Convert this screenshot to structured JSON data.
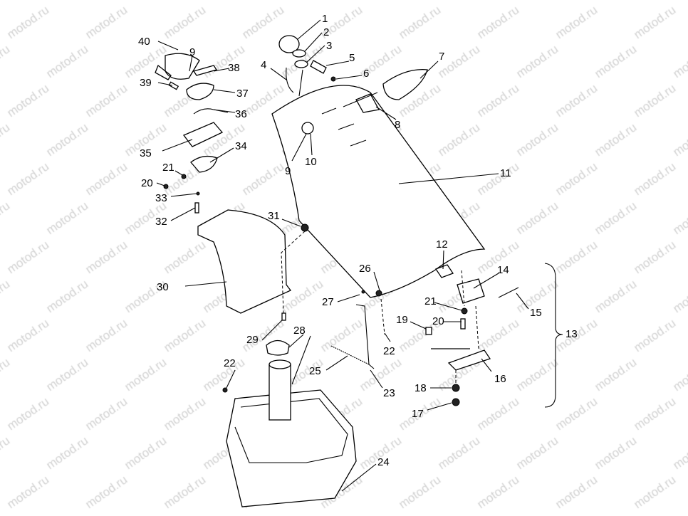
{
  "watermark": "motod.ru",
  "callouts": [
    "1",
    "2",
    "3",
    "4",
    "5",
    "6",
    "7",
    "8",
    "9",
    "10",
    "11",
    "12",
    "13",
    "14",
    "15",
    "16",
    "17",
    "18",
    "19",
    "20",
    "21",
    "22",
    "23",
    "24",
    "25",
    "26",
    "27",
    "28",
    "29",
    "30",
    "31",
    "32",
    "33",
    "34",
    "35",
    "36",
    "37",
    "38",
    "39",
    "40",
    "9",
    "20",
    "21",
    "22"
  ]
}
